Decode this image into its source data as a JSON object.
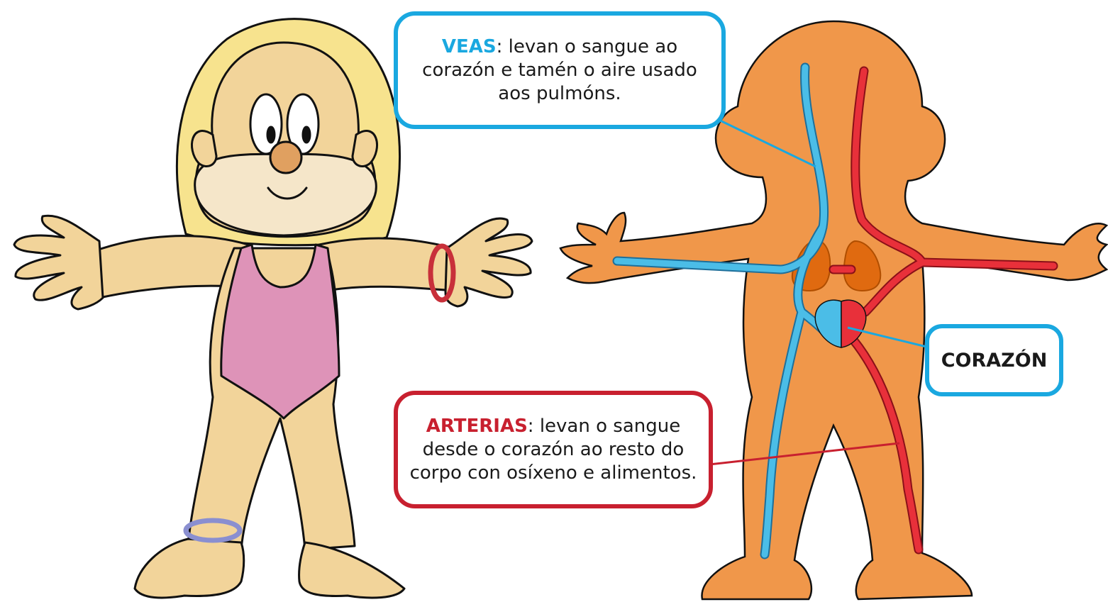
{
  "colors": {
    "vein_blue": "#4bbde7",
    "artery_red": "#e8303a",
    "veas_border": "#1aa8e0",
    "arterias_border": "#c8202f",
    "body_orange": "#f0974a",
    "skin": "#f2d49a",
    "hair": "#f7e38e",
    "swimsuit": "#de93b8"
  },
  "callouts": {
    "veas": {
      "keyword": "VEAS",
      "lines": [
        ": levan o sangue ao",
        "corazón e tamén o aire usado",
        "aos pulmóns."
      ]
    },
    "arterias": {
      "keyword": "ARTERIAS",
      "lines": [
        ": levan o sangue",
        "desde o corazón ao resto do",
        "corpo con osíxeno e alimentos."
      ]
    },
    "corazon": {
      "label": "CORAZÓN"
    }
  }
}
